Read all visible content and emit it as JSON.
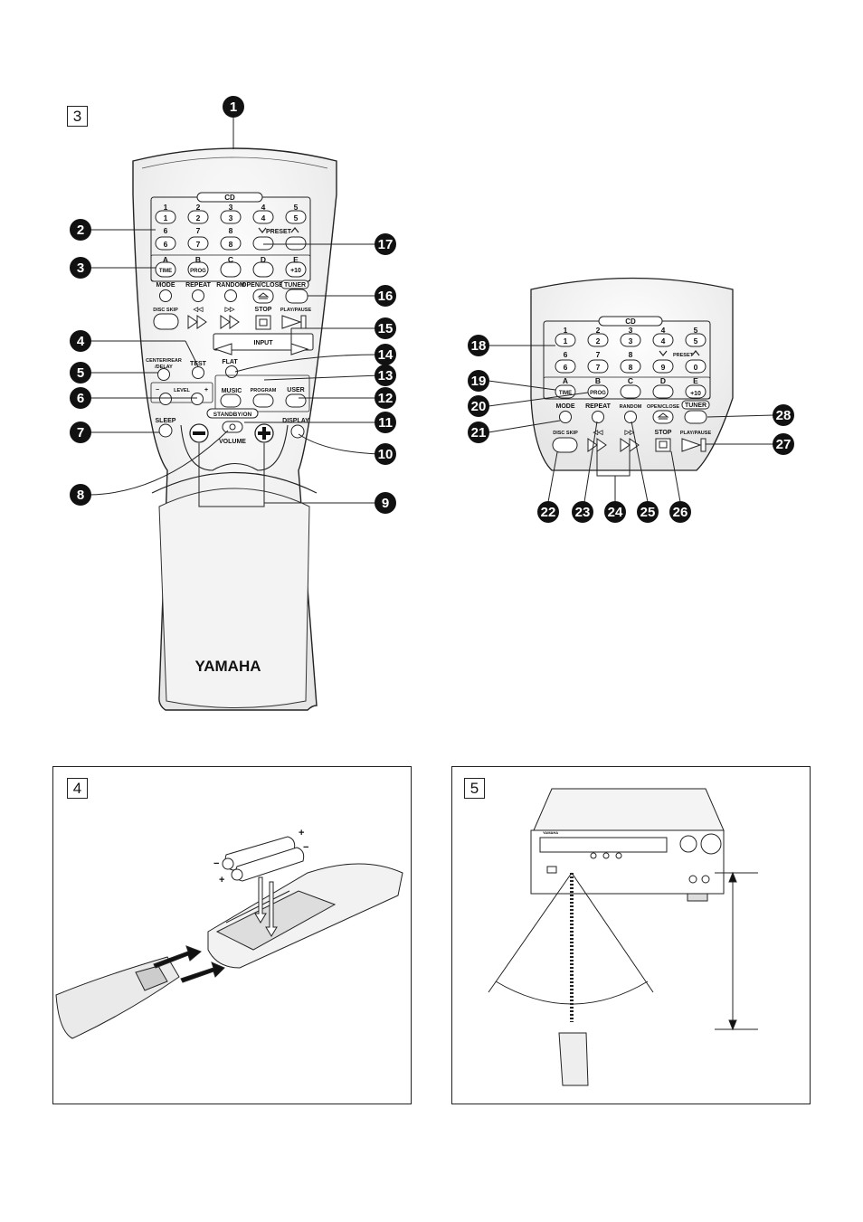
{
  "figures": {
    "fig3": "3",
    "fig4": "4",
    "fig5": "5"
  },
  "remote_large": {
    "cd_header": "CD",
    "digit_top": [
      "1",
      "2",
      "3",
      "4",
      "5"
    ],
    "digit_top_labels": [
      "1",
      "2",
      "3",
      "4",
      "5"
    ],
    "digit_bottom_labels": [
      "6",
      "7",
      "8"
    ],
    "digit_bottom": [
      "6",
      "7",
      "8"
    ],
    "preset_label": "PRESET",
    "letters": [
      "A",
      "B",
      "C",
      "D",
      "E"
    ],
    "letter_btn_time": "TIME",
    "letter_btn_prog": "PROG",
    "letter_btn_plus10": "+10",
    "mode_row": [
      "MODE",
      "REPEAT",
      "RANDOM",
      "OPEN/CLOSE"
    ],
    "tuner": "TUNER",
    "transport_labels": {
      "disc_skip": "DISC SKIP",
      "rew": "◁◁",
      "ff": "▷▷",
      "stop": "STOP",
      "play_pause": "PLAY/PAUSE"
    },
    "input": "INPUT",
    "test": "TEST",
    "center_rear": "CENTER/REAR",
    "delay": "/DELAY",
    "flat": "FLAT",
    "level": "LEVEL",
    "level_minus": "−",
    "level_plus": "+",
    "music": "MUSIC",
    "program": "PROGRAM",
    "user": "USER",
    "sleep": "SLEEP",
    "standby_on": "STANDBY/ON",
    "display": "DISPLAY",
    "volume": "VOLUME",
    "brand": "YAMAHA"
  },
  "remote_small": {
    "cd_header": "CD",
    "digit_top_labels": [
      "1",
      "2",
      "3",
      "4",
      "5"
    ],
    "digit_top": [
      "1",
      "2",
      "3",
      "4",
      "5"
    ],
    "digit_bottom_labels": [
      "6",
      "7",
      "8"
    ],
    "digit_bottom": [
      "6",
      "7",
      "8",
      "9",
      "0"
    ],
    "preset_label": "PRESET",
    "letters": [
      "A",
      "B",
      "C",
      "D",
      "E"
    ],
    "letter_btn_time": "TIME",
    "letter_btn_prog": "PROG",
    "letter_btn_plus10": "+10",
    "mode_row": [
      "MODE",
      "REPEAT",
      "RANDOM",
      "OPEN/CLOSE"
    ],
    "tuner": "TUNER",
    "transport_labels": {
      "disc_skip": "DISC SKIP",
      "rew": "◁◁",
      "ff": "▷▷",
      "stop": "STOP",
      "play_pause": "PLAY/PAUSE"
    }
  },
  "callouts_large": [
    "1",
    "2",
    "3",
    "4",
    "5",
    "6",
    "7",
    "8",
    "9",
    "10",
    "11",
    "12",
    "13",
    "14",
    "15",
    "16",
    "17"
  ],
  "callouts_small": [
    "18",
    "19",
    "20",
    "21",
    "22",
    "23",
    "24",
    "25",
    "26",
    "27",
    "28"
  ],
  "battery_polarity": {
    "plus": "+",
    "minus": "−"
  },
  "receiver_brand": "YAMAHA"
}
